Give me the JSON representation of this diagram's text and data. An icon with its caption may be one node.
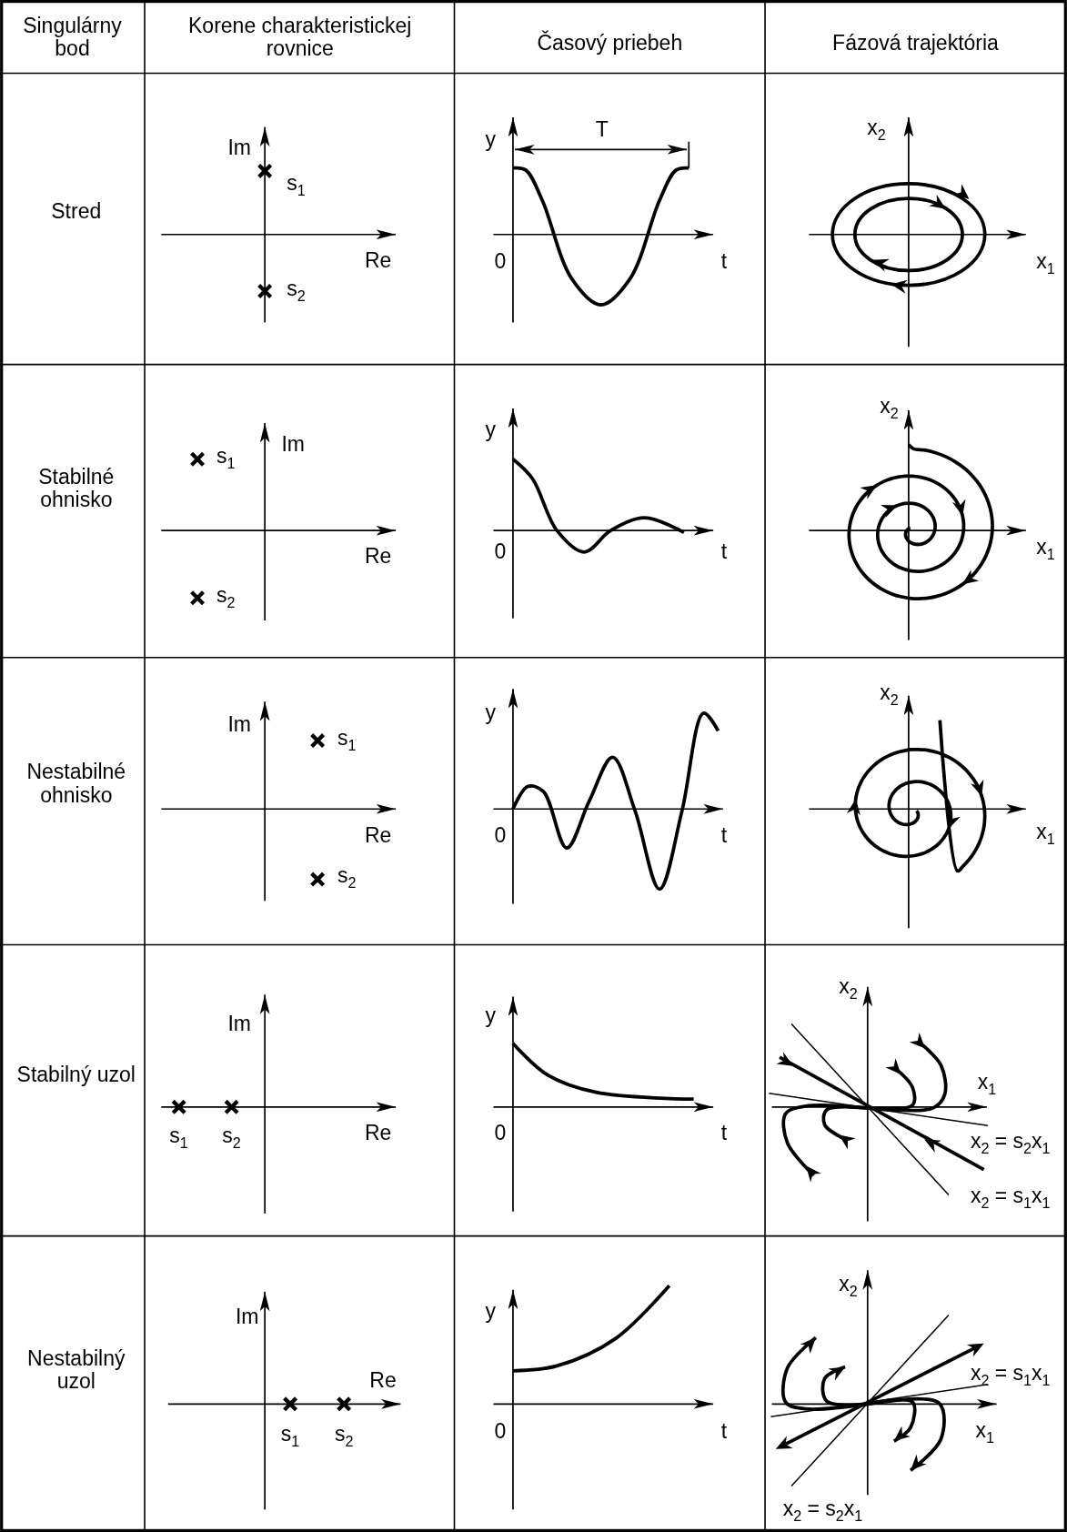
{
  "diagram": {
    "labels": [
      "Singulárny bod",
      "Korene charakteristickej rovnice",
      "Časový priebeh",
      "Fázová trajektória",
      "Stred",
      "Im",
      "s$_{1}$",
      "Re",
      "s$_{2}$",
      "y",
      "T",
      "0",
      "t",
      "x$_{2}$",
      "x$_{1}$",
      "Stabilné ohnisko",
      "s$_{1}$",
      "Im",
      "Re",
      "s$_{2}$",
      "y",
      "0",
      "t",
      "x$_{2}$",
      "x$_{1}$",
      "Nestabilné ohnisko",
      "Im",
      "s$_{1}$",
      "Re",
      "s$_{2}$",
      "y",
      "0",
      "t",
      "x$_{2}$",
      "x$_{1}$",
      "Stabilný uzol",
      "Im",
      "s$_{1}$",
      "s$_{2}$",
      "Re",
      "y",
      "0",
      "t",
      "x$_{2}$",
      "x$_{1}$",
      "x$_{2}$ = s$_{2}$x$_{1}$",
      "x$_{2}$ = s$_{1}$x$_{1}$",
      "Nestabilný uzol",
      "Im",
      "Re",
      "s$_{1}$",
      "s$_{2}$",
      "y",
      "0",
      "t",
      "x$_{2}$",
      "x$_{2}$ = s$_{1}$x$_{1}$",
      "x$_{1}$",
      "x$_{2}$ = s$_{2}$x$_{1}$"
    ]
  }
}
